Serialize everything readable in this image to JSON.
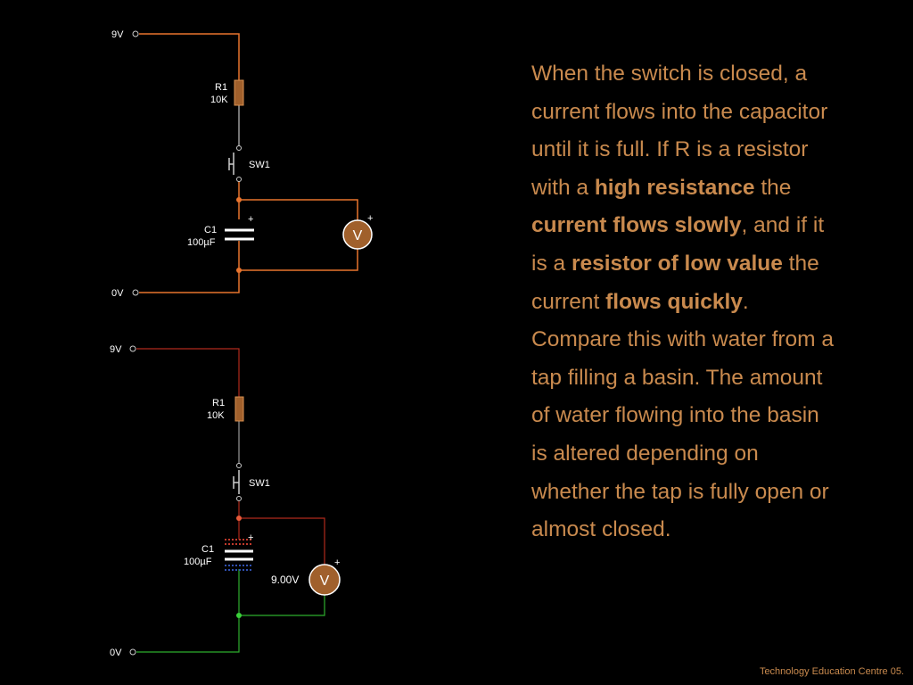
{
  "circuit_top": {
    "supply_pos": "9V",
    "supply_neg": "0V",
    "resistor_name": "R1",
    "resistor_value": "10K",
    "switch_name": "SW1",
    "capacitor_name": "C1",
    "capacitor_value": "100µF",
    "cap_polarity": "+",
    "meter_polarity": "+",
    "meter_symbol": "V"
  },
  "circuit_bottom": {
    "supply_pos": "9V",
    "supply_neg": "0V",
    "resistor_name": "R1",
    "resistor_value": "10K",
    "switch_name": "SW1",
    "capacitor_name": "C1",
    "capacitor_value": "100µF",
    "cap_polarity": "+",
    "meter_polarity": "+",
    "meter_symbol": "V",
    "meter_reading": "9.00V"
  },
  "description": [
    {
      "text": "When the switch is closed, a current flows into the capacitor until it is full. If R is a resistor with a ",
      "bold": false
    },
    {
      "text": "high resistance",
      "bold": true
    },
    {
      "text": " the ",
      "bold": false
    },
    {
      "text": "current flows slowly",
      "bold": true
    },
    {
      "text": ", and if it is a ",
      "bold": false
    },
    {
      "text": "resistor of low value",
      "bold": true
    },
    {
      "text": " the current ",
      "bold": false
    },
    {
      "text": "flows quickly",
      "bold": true
    },
    {
      "text": ". Compare this with water from a tap filling a basin. The amount of water flowing into the basin is altered depending on whether the tap is fully open or almost closed.",
      "bold": false
    }
  ],
  "footer": "Technology Education Centre 05.",
  "colors": {
    "background": "#000000",
    "text": "#c98a4e",
    "wire_orange": "#e8742e",
    "wire_red": "#b02a1c",
    "wire_green": "#2eae2e",
    "component_brown": "#a0602c"
  }
}
